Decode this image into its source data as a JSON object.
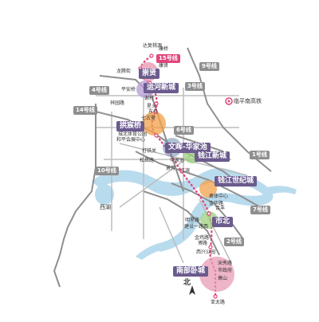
{
  "lines": {
    "l15": "15号线",
    "l9": "9号线",
    "l4": "4号线",
    "l3": "3号线",
    "l14": "14号线",
    "l6": "6号线",
    "l1": "1号线",
    "l10": "10号线",
    "l7": "7号线",
    "l2": "2号线"
  },
  "districts": {
    "chongxian": "崇贤",
    "yunhe": "运河新城",
    "gongchenqiao": "拱宸桥",
    "wenhui": "文晖-华家池",
    "qianjiang": "钱江新城",
    "shiji": "钱江世纪城",
    "shibei": "市北",
    "nanbu": "南部卧城"
  },
  "stations": {
    "s1": "达复桃源",
    "s2": "康桥",
    "s3": "龙腾街",
    "s4": "康贤",
    "s5": "平安桥",
    "s6": "谢村",
    "s7": "祥园路",
    "s8": "星火",
    "s9": "东马",
    "s10": "七古登",
    "s11": "城北体育公园",
    "s12": "和平会展中心",
    "s13": "打铁关",
    "s14": "松昌路",
    "s15": "华家池",
    "s16": "景芳",
    "s17": "江滨",
    "s18": "奥体中心",
    "s19": "金华路",
    "s20": "合丰",
    "s21": "明星路",
    "s22": "建设一路西",
    "s23": "金鸡路",
    "s24": "博路",
    "s25": "西兴公园",
    "s26": "宋秀路",
    "s27": "市政府",
    "s28": "萧山",
    "s29": "亚太路"
  },
  "places": {
    "rail": "临平南高铁",
    "lake": "西湖",
    "north": "北"
  },
  "colors": {
    "l15": "#e0457b",
    "district_purple": "#6b5b8e",
    "river": "#b9dbee",
    "road": "#bdbdbd",
    "metro": "#8f8f8f",
    "bubble_orange": "#f2a04a",
    "bubble_pink": "#e89bb4",
    "bubble_green": "#9ccf7c",
    "bubble_violet": "#b9a1d6"
  }
}
